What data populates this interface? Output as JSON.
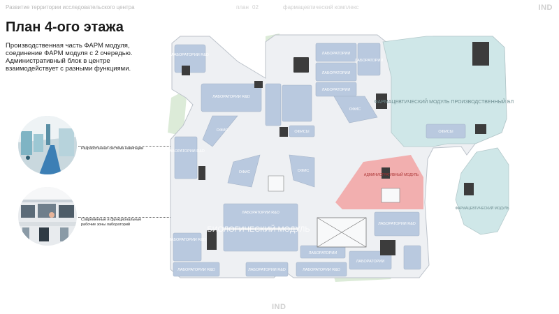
{
  "header": {
    "project_title": "Развитие территории исследовательского центра",
    "nav_items": [
      "план",
      "02",
      "фармацевтический комплекс"
    ],
    "logo": "IND"
  },
  "footer": {
    "logo": "IND"
  },
  "slide": {
    "title": "План 4-ого этажа",
    "description": "Производственная часть ФАРМ модуля, соединение ФАРМ модуля с 2 очередью. Административный блок в центре взаимодействует с разными функциями."
  },
  "callouts": [
    {
      "label": "Разработанная система навигации"
    },
    {
      "label": "Современные и функциональные рабочие зоны лабораторий"
    }
  ],
  "plan": {
    "colors": {
      "lab": "#b9c9df",
      "lab_dark": "#8fa3c0",
      "corridor": "#eef0f3",
      "pharma": "#cfe7e8",
      "admin": "#f2a7a7",
      "green": "#dcebd8",
      "core": "#3c3c3c"
    },
    "rooms": {
      "lab_topleft": "ЛАБОРАТОРИИ R&D",
      "lab_left_mid": "ЛАБОРАТОРИИ R&D",
      "lab_center_top1": "ЛАБОРАТОРИИ",
      "lab_center_top2": "ЛАБОРАТОРИИ",
      "lab_center_top3": "ЛАБОРАТОРИИ",
      "lab_right_top": "ЛАБОРАТОРИИ",
      "lab_left_low": "ЛАБОРАТОРИИ R&D",
      "lab_center": "ЛАБОРАТОРИИ R&D",
      "lab_right_mid": "ЛАБОРАТОРИИ R&D",
      "lab_left_bottom": "ЛАБОРАТОРИИ R&D",
      "lab_bottom_left2": "ЛАБОРАТОРИИ R&D",
      "lab_bottom_center": "ЛАБОРАТОРИИ R&D",
      "lab_bottom_mid": "ЛАБОРАТОРИИ",
      "lab_bottom_right": "ЛАБОРАТОРИИ",
      "lab_left_small": "ЛАБОРАТОРИИ R&D",
      "office_diag1": "ОФИС",
      "office_diag2": "ОФИС",
      "office_diag3": "ОФИС",
      "office_diag4": "ОФИС",
      "offices_center": "ОФИСЫ",
      "offices_right": "ОФИСЫ",
      "admin_module": "АДМИНИСТРАТИВНЫЙ МОДУЛЬ",
      "pharma_module": "ФАРМАЦЕВТИЧЕСКИЙ МОДУЛЬ ПРОИЗВОДСТВЕННЫЙ БЛОК",
      "pharma_annex": "ФАРМАЦЕВТИЧЕСКИЙ МОДУЛЬ",
      "bio_module": "БИОЛОГИЧЕСКИЙ МОДУЛЬ"
    }
  }
}
